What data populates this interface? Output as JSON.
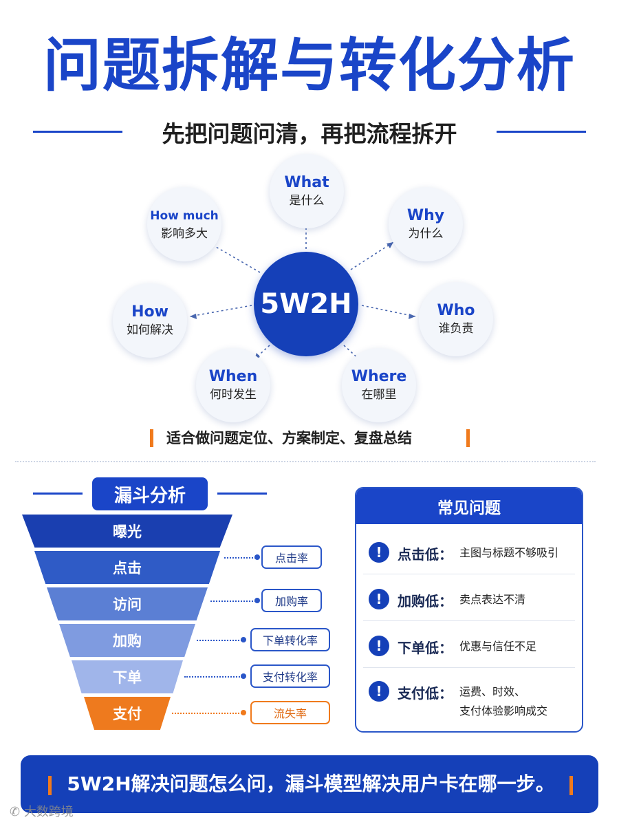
{
  "title": "问题拆解与转化分析",
  "subtitle": "先把问题问清，再把流程拆开",
  "w2h": {
    "center": "5W2H",
    "nodes": [
      {
        "en": "What",
        "zh": "是什么"
      },
      {
        "en": "Why",
        "zh": "为什么"
      },
      {
        "en": "Who",
        "zh": "谁负责"
      },
      {
        "en": "Where",
        "zh": "在哪里"
      },
      {
        "en": "When",
        "zh": "何时发生"
      },
      {
        "en": "How",
        "zh": "如何解决"
      },
      {
        "en": "How much",
        "zh": "影响多大"
      }
    ],
    "note": "适合做问题定位、方案制定、复盘总结"
  },
  "funnel": {
    "title": "漏斗分析",
    "stages": [
      "曝光",
      "点击",
      "访问",
      "加购",
      "下单",
      "支付"
    ],
    "rates": [
      "点击率",
      "加购率",
      "下单转化率",
      "支付转化率",
      "流失率"
    ]
  },
  "problems": {
    "title": "常见问题",
    "items": [
      {
        "key": "点击低：",
        "desc": "主图与标题不够吸引"
      },
      {
        "key": "加购低：",
        "desc": "卖点表达不清"
      },
      {
        "key": "下单低：",
        "desc": "优惠与信任不足"
      },
      {
        "key": "支付低：",
        "desc": "运费、时效、",
        "desc2": "支付体验影响成交"
      }
    ]
  },
  "bottom": "5W2H解决问题怎么问，漏斗模型解决用户卡在哪一步。",
  "watermark": "大数跨境",
  "colors": {
    "primary": "#1a45c8",
    "accent": "#f07a1c"
  }
}
